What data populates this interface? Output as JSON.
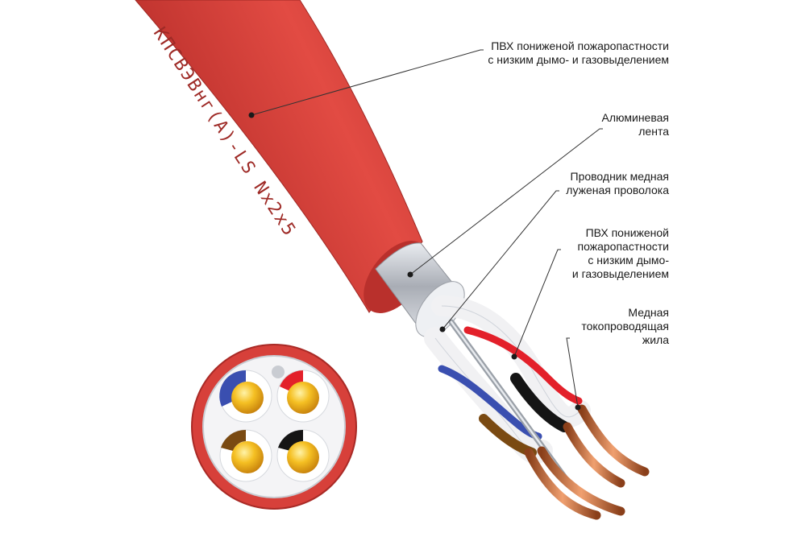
{
  "cable_marking": "КПСВЭВнг(А)-LS Nx2x5",
  "labels": {
    "outer_sheath": [
      "ПВХ пониженой пожаропастности",
      "с низким дымо- и газовыделением"
    ],
    "aluminum_tape": [
      "Алюминевая",
      "лента"
    ],
    "drain_wire": [
      "Проводник медная",
      "луженая проволока"
    ],
    "core_insulation": [
      "ПВХ пониженой",
      "пожаропастности",
      "с низким дымо-",
      "и газовыделением"
    ],
    "copper_core": [
      "Медная",
      "токопроводящая",
      "жила"
    ]
  },
  "colors": {
    "sheath": "#d7403a",
    "sheath_dark": "#a92a26",
    "foil": "#c9ccd2",
    "copper": "#c8703c",
    "pair_red": "#e3202a",
    "pair_blue": "#3a4fb0",
    "pair_black": "#151515",
    "pair_brown": "#7a4a12",
    "gold": "#f0b21c",
    "leader": "#333333"
  }
}
